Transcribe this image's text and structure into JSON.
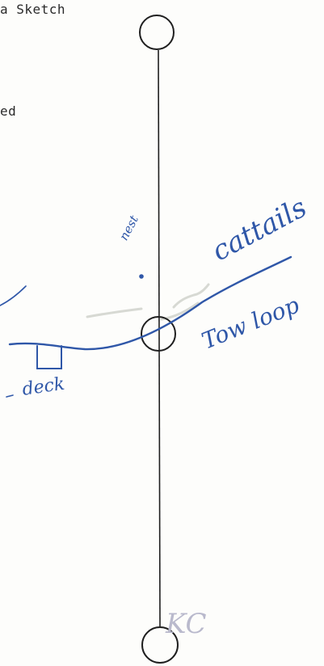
{
  "document": {
    "typed_line_1": "a Sketch",
    "typed_line_2": "ed"
  },
  "annotations": {
    "nest": "nest",
    "cattails": "cattails",
    "tow_loop": "Tow loop",
    "deck": "deck",
    "initials": "KC"
  },
  "colors": {
    "ink": "#2f57a8",
    "pencil": "#1f1f1f",
    "faint": "#d7d9d3"
  }
}
